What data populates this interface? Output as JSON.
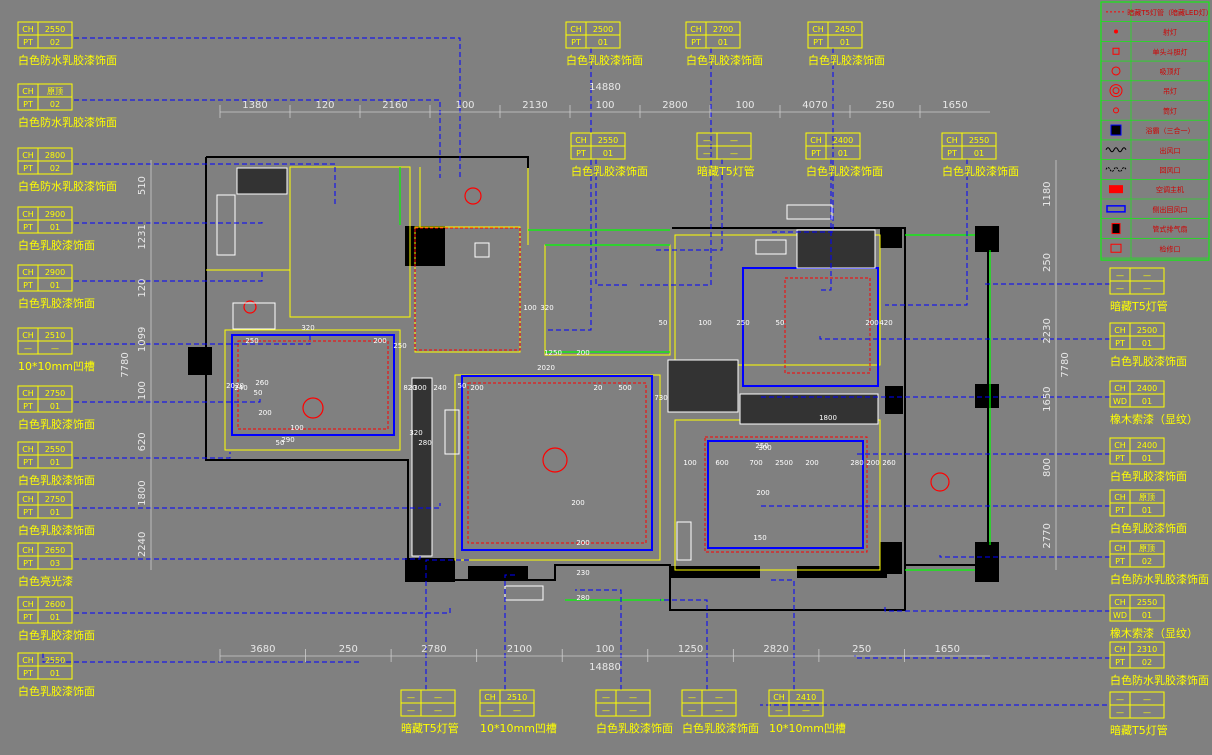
{
  "tags": [
    {
      "id": "L1",
      "top": "CH",
      "topv": "2550",
      "bot": "PT",
      "botv": "02",
      "label": "白色防水乳胶漆饰面"
    },
    {
      "id": "L2",
      "top": "CH",
      "topv": "原顶",
      "bot": "PT",
      "botv": "02",
      "label": "白色防水乳胶漆饰面"
    },
    {
      "id": "L3",
      "top": "CH",
      "topv": "2800",
      "bot": "PT",
      "botv": "02",
      "label": "白色防水乳胶漆饰面"
    },
    {
      "id": "L4",
      "top": "CH",
      "topv": "2900",
      "bot": "PT",
      "botv": "01",
      "label": "白色乳胶漆饰面"
    },
    {
      "id": "L5",
      "top": "CH",
      "topv": "2900",
      "bot": "PT",
      "botv": "01",
      "label": "白色乳胶漆饰面"
    },
    {
      "id": "L6",
      "top": "CH",
      "topv": "2510",
      "bot": "—",
      "botv": "—",
      "label": "10*10mm凹槽"
    },
    {
      "id": "L7",
      "top": "CH",
      "topv": "2750",
      "bot": "PT",
      "botv": "01",
      "label": "白色乳胶漆饰面"
    },
    {
      "id": "L8",
      "top": "CH",
      "topv": "2550",
      "bot": "PT",
      "botv": "01",
      "label": "白色乳胶漆饰面"
    },
    {
      "id": "L9",
      "top": "CH",
      "topv": "2750",
      "bot": "PT",
      "botv": "01",
      "label": "白色乳胶漆饰面"
    },
    {
      "id": "L10",
      "top": "CH",
      "topv": "2650",
      "bot": "PT",
      "botv": "03",
      "label": "白色亮光漆"
    },
    {
      "id": "L11",
      "top": "CH",
      "topv": "2600",
      "bot": "PT",
      "botv": "01",
      "label": "白色乳胶漆饰面"
    },
    {
      "id": "L12",
      "top": "CH",
      "topv": "2550",
      "bot": "PT",
      "botv": "01",
      "label": "白色乳胶漆饰面"
    },
    {
      "id": "T1",
      "top": "CH",
      "topv": "2500",
      "bot": "PT",
      "botv": "01",
      "label": "白色乳胶漆饰面"
    },
    {
      "id": "T2",
      "top": "CH",
      "topv": "2700",
      "bot": "PT",
      "botv": "01",
      "label": "白色乳胶漆饰面"
    },
    {
      "id": "T3",
      "top": "CH",
      "topv": "2450",
      "bot": "PT",
      "botv": "01",
      "label": "白色乳胶漆饰面"
    },
    {
      "id": "M1",
      "top": "CH",
      "topv": "2550",
      "bot": "PT",
      "botv": "01",
      "label": "白色乳胶漆饰面"
    },
    {
      "id": "M2",
      "top": "—",
      "topv": "—",
      "bot": "—",
      "botv": "—",
      "label": "暗藏T5灯管"
    },
    {
      "id": "M3",
      "top": "CH",
      "topv": "2400",
      "bot": "PT",
      "botv": "01",
      "label": "白色乳胶漆饰面"
    },
    {
      "id": "M4",
      "top": "CH",
      "topv": "2550",
      "bot": "PT",
      "botv": "01",
      "label": "白色乳胶漆饰面"
    },
    {
      "id": "R1",
      "top": "—",
      "topv": "—",
      "bot": "—",
      "botv": "—",
      "label": "暗藏T5灯管"
    },
    {
      "id": "R2",
      "top": "CH",
      "topv": "2500",
      "bot": "PT",
      "botv": "01",
      "label": "白色乳胶漆饰面"
    },
    {
      "id": "R3",
      "top": "CH",
      "topv": "2400",
      "bot": "WD",
      "botv": "01",
      "label": "橡木索漆（显纹）"
    },
    {
      "id": "R4",
      "top": "CH",
      "topv": "2400",
      "bot": "PT",
      "botv": "01",
      "label": "白色乳胶漆饰面"
    },
    {
      "id": "R5",
      "top": "CH",
      "topv": "原顶",
      "bot": "PT",
      "botv": "01",
      "label": "白色乳胶漆饰面"
    },
    {
      "id": "R6",
      "top": "CH",
      "topv": "原顶",
      "bot": "PT",
      "botv": "02",
      "label": "白色防水乳胶漆饰面"
    },
    {
      "id": "R7",
      "top": "CH",
      "topv": "2550",
      "bot": "WD",
      "botv": "01",
      "label": "橡木索漆（显纹）"
    },
    {
      "id": "R8",
      "top": "CH",
      "topv": "2310",
      "bot": "PT",
      "botv": "02",
      "label": "白色防水乳胶漆饰面"
    },
    {
      "id": "R9",
      "top": "—",
      "topv": "—",
      "bot": "—",
      "botv": "—",
      "label": "暗藏T5灯管"
    },
    {
      "id": "B1",
      "top": "—",
      "topv": "—",
      "bot": "—",
      "botv": "—",
      "label": "暗藏T5灯管"
    },
    {
      "id": "B2",
      "top": "CH",
      "topv": "2510",
      "bot": "—",
      "botv": "—",
      "label": "10*10mm凹槽"
    },
    {
      "id": "B3",
      "top": "—",
      "topv": "—",
      "bot": "—",
      "botv": "—",
      "label": "白色乳胶漆饰面"
    },
    {
      "id": "B4",
      "top": "—",
      "topv": "—",
      "bot": "—",
      "botv": "—",
      "label": "白色乳胶漆饰面"
    },
    {
      "id": "B5",
      "top": "CH",
      "topv": "2410",
      "bot": "—",
      "botv": "—",
      "label": "10*10mm凹槽"
    }
  ],
  "legend": [
    {
      "label": "暗藏T5灯管（暗藏LED灯）",
      "icon": "dashed-line-icon"
    },
    {
      "label": "射灯",
      "icon": "spotlight-icon"
    },
    {
      "label": "单头斗胆灯",
      "icon": "single-grille-lamp-icon"
    },
    {
      "label": "吸顶灯",
      "icon": "ceiling-lamp-icon"
    },
    {
      "label": "吊灯",
      "icon": "pendant-lamp-icon"
    },
    {
      "label": "筒灯",
      "icon": "downlight-icon"
    },
    {
      "label": "浴霸（三合一）",
      "icon": "bath-heater-icon"
    },
    {
      "label": "出风口",
      "icon": "air-outlet-icon"
    },
    {
      "label": "回风口",
      "icon": "return-air-icon"
    },
    {
      "label": "空调主机",
      "icon": "ac-unit-icon"
    },
    {
      "label": "侧出回风口",
      "icon": "side-vent-icon"
    },
    {
      "label": "管式排气扇",
      "icon": "exhaust-fan-icon"
    },
    {
      "label": "检修口",
      "icon": "access-panel-icon"
    }
  ],
  "dims": {
    "top_total": "14880",
    "top": [
      "1380",
      "120",
      "2160",
      "100",
      "2130",
      "100",
      "2800",
      "100",
      "4070",
      "250",
      "1650"
    ],
    "bottom_total": "14880",
    "bottom": [
      "3680",
      "250",
      "2780",
      "2100",
      "100",
      "1250",
      "2820",
      "250",
      "1650"
    ],
    "left_total": "7780",
    "left": [
      "510",
      "1231",
      "120",
      "1099",
      "100",
      "620",
      "1800",
      "2240"
    ],
    "right_total": "7780",
    "right": [
      "1180",
      "250",
      "2230",
      "1650",
      "800",
      "2770"
    ]
  },
  "room_dims": [
    "2020",
    "250",
    "290",
    "320",
    "240",
    "50",
    "260",
    "200",
    "50",
    "100",
    "200",
    "250",
    "820",
    "300",
    "240",
    "320",
    "280",
    "50",
    "200",
    "100",
    "320",
    "1250",
    "2020",
    "200",
    "20",
    "50",
    "100",
    "250",
    "50",
    "200",
    "420",
    "500",
    "730",
    "100",
    "600",
    "700",
    "2500",
    "200",
    "1800",
    "250",
    "200",
    "280",
    "200",
    "260",
    "150",
    "300",
    "200",
    "230",
    "280",
    "200"
  ],
  "colors": {
    "bg": "#808080",
    "wall": "#000000",
    "ceiling": "#ffff00",
    "blue": "#0000ff",
    "red": "#ff0000",
    "green": "#00ff00",
    "white": "#ffffff"
  }
}
